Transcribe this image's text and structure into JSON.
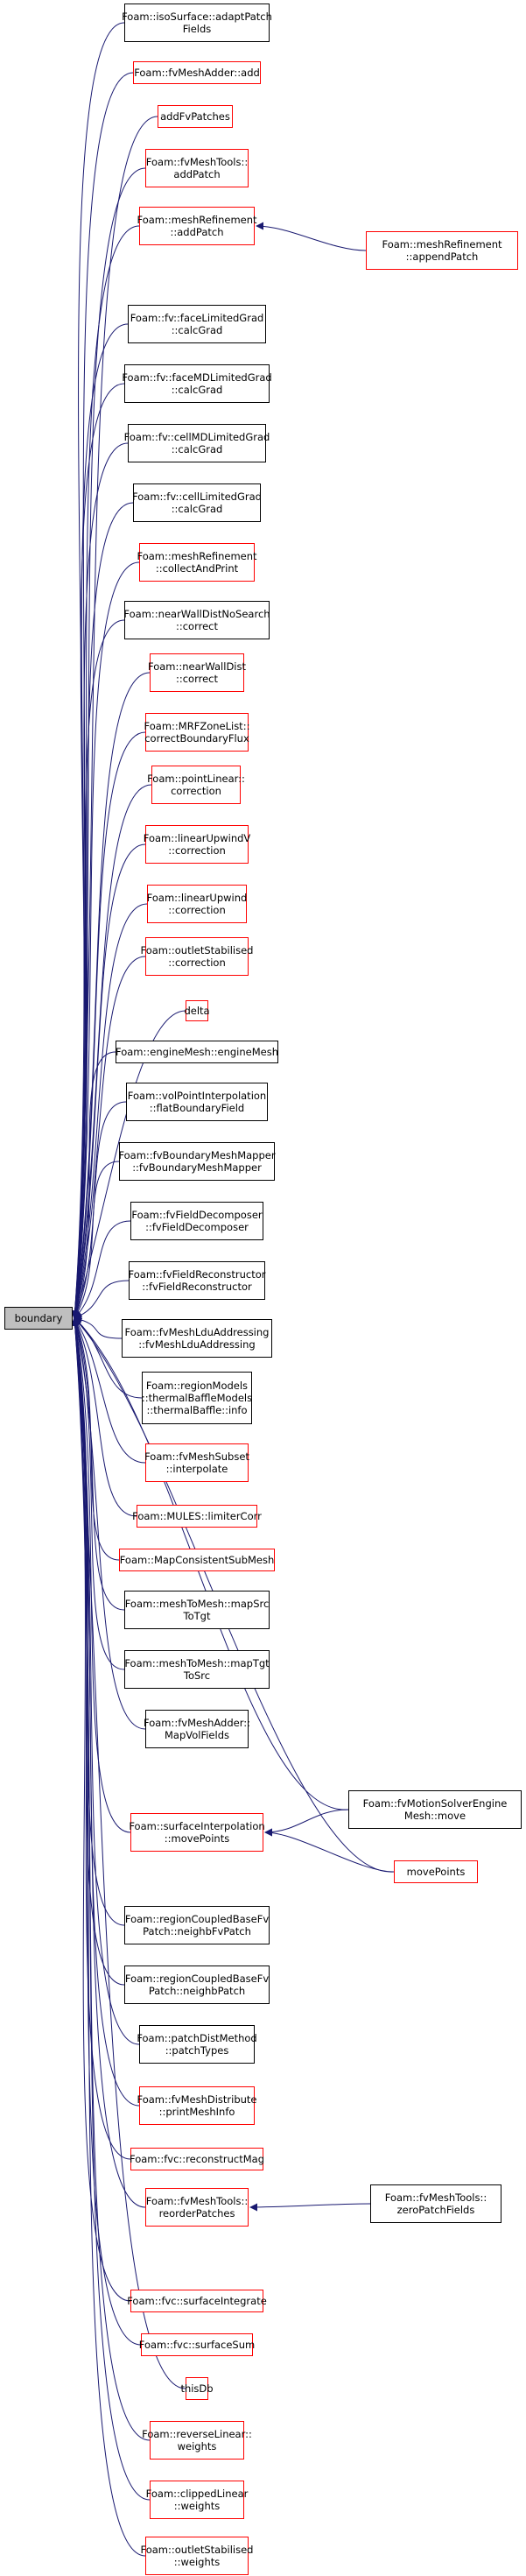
{
  "graph": {
    "root": "boundary",
    "line_color": "#191970",
    "node_fill": "#ffffff",
    "root_fill": "#bfbfbf",
    "callers": [
      {
        "id": "n0",
        "label": "Foam::isoSurface::adaptPatch\nFields",
        "border": "black"
      },
      {
        "id": "n1",
        "label": "Foam::fvMeshAdder::add",
        "border": "red"
      },
      {
        "id": "n2",
        "label": "addFvPatches",
        "border": "red"
      },
      {
        "id": "n3",
        "label": "Foam::fvMeshTools::\naddPatch",
        "border": "red"
      },
      {
        "id": "n4",
        "label": "Foam::meshRefinement\n::addPatch",
        "border": "red"
      },
      {
        "id": "n5",
        "label": "Foam::fv::faceLimitedGrad\n::calcGrad",
        "border": "black"
      },
      {
        "id": "n6",
        "label": "Foam::fv::faceMDLimitedGrad\n::calcGrad",
        "border": "black"
      },
      {
        "id": "n7",
        "label": "Foam::fv::cellMDLimitedGrad\n::calcGrad",
        "border": "black"
      },
      {
        "id": "n8",
        "label": "Foam::fv::cellLimitedGrad\n::calcGrad",
        "border": "black"
      },
      {
        "id": "n9",
        "label": "Foam::meshRefinement\n::collectAndPrint",
        "border": "red"
      },
      {
        "id": "n10",
        "label": "Foam::nearWallDistNoSearch\n::correct",
        "border": "black"
      },
      {
        "id": "n11",
        "label": "Foam::nearWallDist\n::correct",
        "border": "red"
      },
      {
        "id": "n12",
        "label": "Foam::MRFZoneList::\ncorrectBoundaryFlux",
        "border": "red"
      },
      {
        "id": "n13",
        "label": "Foam::pointLinear::\ncorrection",
        "border": "red"
      },
      {
        "id": "n14",
        "label": "Foam::linearUpwindV\n::correction",
        "border": "red"
      },
      {
        "id": "n15",
        "label": "Foam::linearUpwind\n::correction",
        "border": "red"
      },
      {
        "id": "n16",
        "label": "Foam::outletStabilised\n::correction",
        "border": "red"
      },
      {
        "id": "n17",
        "label": "delta",
        "border": "red"
      },
      {
        "id": "n18",
        "label": "Foam::engineMesh::engineMesh",
        "border": "black"
      },
      {
        "id": "n19",
        "label": "Foam::volPointInterpolation\n::flatBoundaryField",
        "border": "black"
      },
      {
        "id": "n20",
        "label": "Foam::fvBoundaryMeshMapper\n::fvBoundaryMeshMapper",
        "border": "black"
      },
      {
        "id": "n21",
        "label": "Foam::fvFieldDecomposer\n::fvFieldDecomposer",
        "border": "black"
      },
      {
        "id": "n22",
        "label": "Foam::fvFieldReconstructor\n::fvFieldReconstructor",
        "border": "black"
      },
      {
        "id": "n23",
        "label": "Foam::fvMeshLduAddressing\n::fvMeshLduAddressing",
        "border": "black"
      },
      {
        "id": "n24",
        "label": "Foam::regionModels\n::thermalBaffleModels\n::thermalBaffle::info",
        "border": "black"
      },
      {
        "id": "n25",
        "label": "Foam::fvMeshSubset\n::interpolate",
        "border": "red"
      },
      {
        "id": "n26",
        "label": "Foam::MULES::limiterCorr",
        "border": "red"
      },
      {
        "id": "n27",
        "label": "Foam::MapConsistentSubMesh",
        "border": "red"
      },
      {
        "id": "n28",
        "label": "Foam::meshToMesh::mapSrc\nToTgt",
        "border": "black"
      },
      {
        "id": "n29",
        "label": "Foam::meshToMesh::mapTgt\nToSrc",
        "border": "black"
      },
      {
        "id": "n30",
        "label": "Foam::fvMeshAdder::\nMapVolFields",
        "border": "black"
      },
      {
        "id": "n31",
        "label": "Foam::surfaceInterpolation\n::movePoints",
        "border": "red"
      },
      {
        "id": "n32",
        "label": "Foam::regionCoupledBaseFv\nPatch::neighbFvPatch",
        "border": "black"
      },
      {
        "id": "n33",
        "label": "Foam::regionCoupledBaseFv\nPatch::neighbPatch",
        "border": "black"
      },
      {
        "id": "n34",
        "label": "Foam::patchDistMethod\n::patchTypes",
        "border": "black"
      },
      {
        "id": "n35",
        "label": "Foam::fvMeshDistribute\n::printMeshInfo",
        "border": "red"
      },
      {
        "id": "n36",
        "label": "Foam::fvc::reconstructMag",
        "border": "red"
      },
      {
        "id": "n37",
        "label": "Foam::fvMeshTools::\nreorderPatches",
        "border": "red"
      },
      {
        "id": "n38",
        "label": "Foam::fvc::surfaceIntegrate",
        "border": "red"
      },
      {
        "id": "n39",
        "label": "Foam::fvc::surfaceSum",
        "border": "red"
      },
      {
        "id": "n40",
        "label": "thisDb",
        "border": "red"
      },
      {
        "id": "n41",
        "label": "Foam::reverseLinear::\nweights",
        "border": "red"
      },
      {
        "id": "n42",
        "label": "Foam::clippedLinear\n::weights",
        "border": "red"
      },
      {
        "id": "n43",
        "label": "Foam::outletStabilised\n::weights",
        "border": "red"
      }
    ],
    "second_level": [
      {
        "id": "s0",
        "label": "Foam::meshRefinement\n::appendPatch",
        "border": "red",
        "calls": [
          "n4"
        ]
      },
      {
        "id": "s1",
        "label": "Foam::fvMotionSolverEngine\nMesh::move",
        "border": "black",
        "calls": [
          "root",
          "n31"
        ]
      },
      {
        "id": "s2",
        "label": "movePoints",
        "border": "red",
        "calls": [
          "root",
          "n31"
        ]
      },
      {
        "id": "s3",
        "label": "Foam::fvMeshTools::\nzeroPatchFields",
        "border": "black",
        "calls": [
          "n37"
        ]
      }
    ]
  }
}
